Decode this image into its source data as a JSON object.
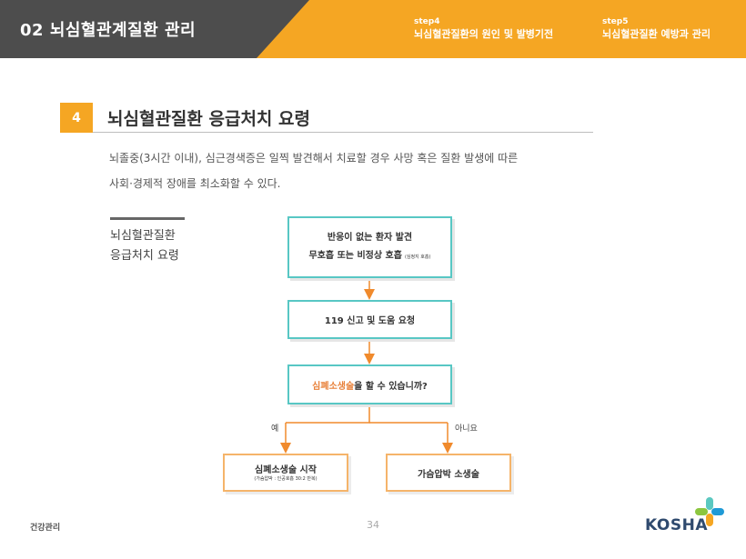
{
  "header": {
    "title": "02 뇌심혈관계질환 관리",
    "steps": [
      {
        "label": "step4",
        "text": "뇌심혈관질환의 원인 및 발병기전"
      },
      {
        "label": "step5",
        "text": "뇌심혈관질환 예방과 관리"
      }
    ]
  },
  "section": {
    "number": "4",
    "title": "뇌심혈관질환 응급처치 요령",
    "intro_lines": [
      "뇌졸중(3시간 이내), 심근경색증은 일찍 발견해서 치료할 경우 사망 혹은 질환 발생에 따른",
      "사회·경제적 장애를 최소화할 수 있다."
    ]
  },
  "side_label": [
    "뇌심혈관질환",
    "응급처치 요령"
  ],
  "flowchart": {
    "box1_line1": "반응이 없는 환자 발견",
    "box1_line2": "무호흡 또는 비정상 호흡",
    "box1_note": "(심정지 호흡)",
    "box2": "119 신고 및 도움 요청",
    "box3_highlight": "심폐소생술",
    "box3_rest": "을 할 수 있습니까?",
    "yes": "예",
    "no": "아니요",
    "box4_title": "심폐소생술 시작",
    "box4_note": "(가슴압박 : 인공호흡 30:2 반복)",
    "box5": "가슴압박 소생술",
    "colors": {
      "teal": "#58c7c4",
      "orange": "#f5b46a",
      "arrow": "#f08a2c"
    }
  },
  "footer": {
    "left": "건강관리",
    "page": "34",
    "logo": "KOSHA"
  },
  "colors": {
    "header_dark": "#4d4d4d",
    "header_accent": "#f5a623"
  }
}
